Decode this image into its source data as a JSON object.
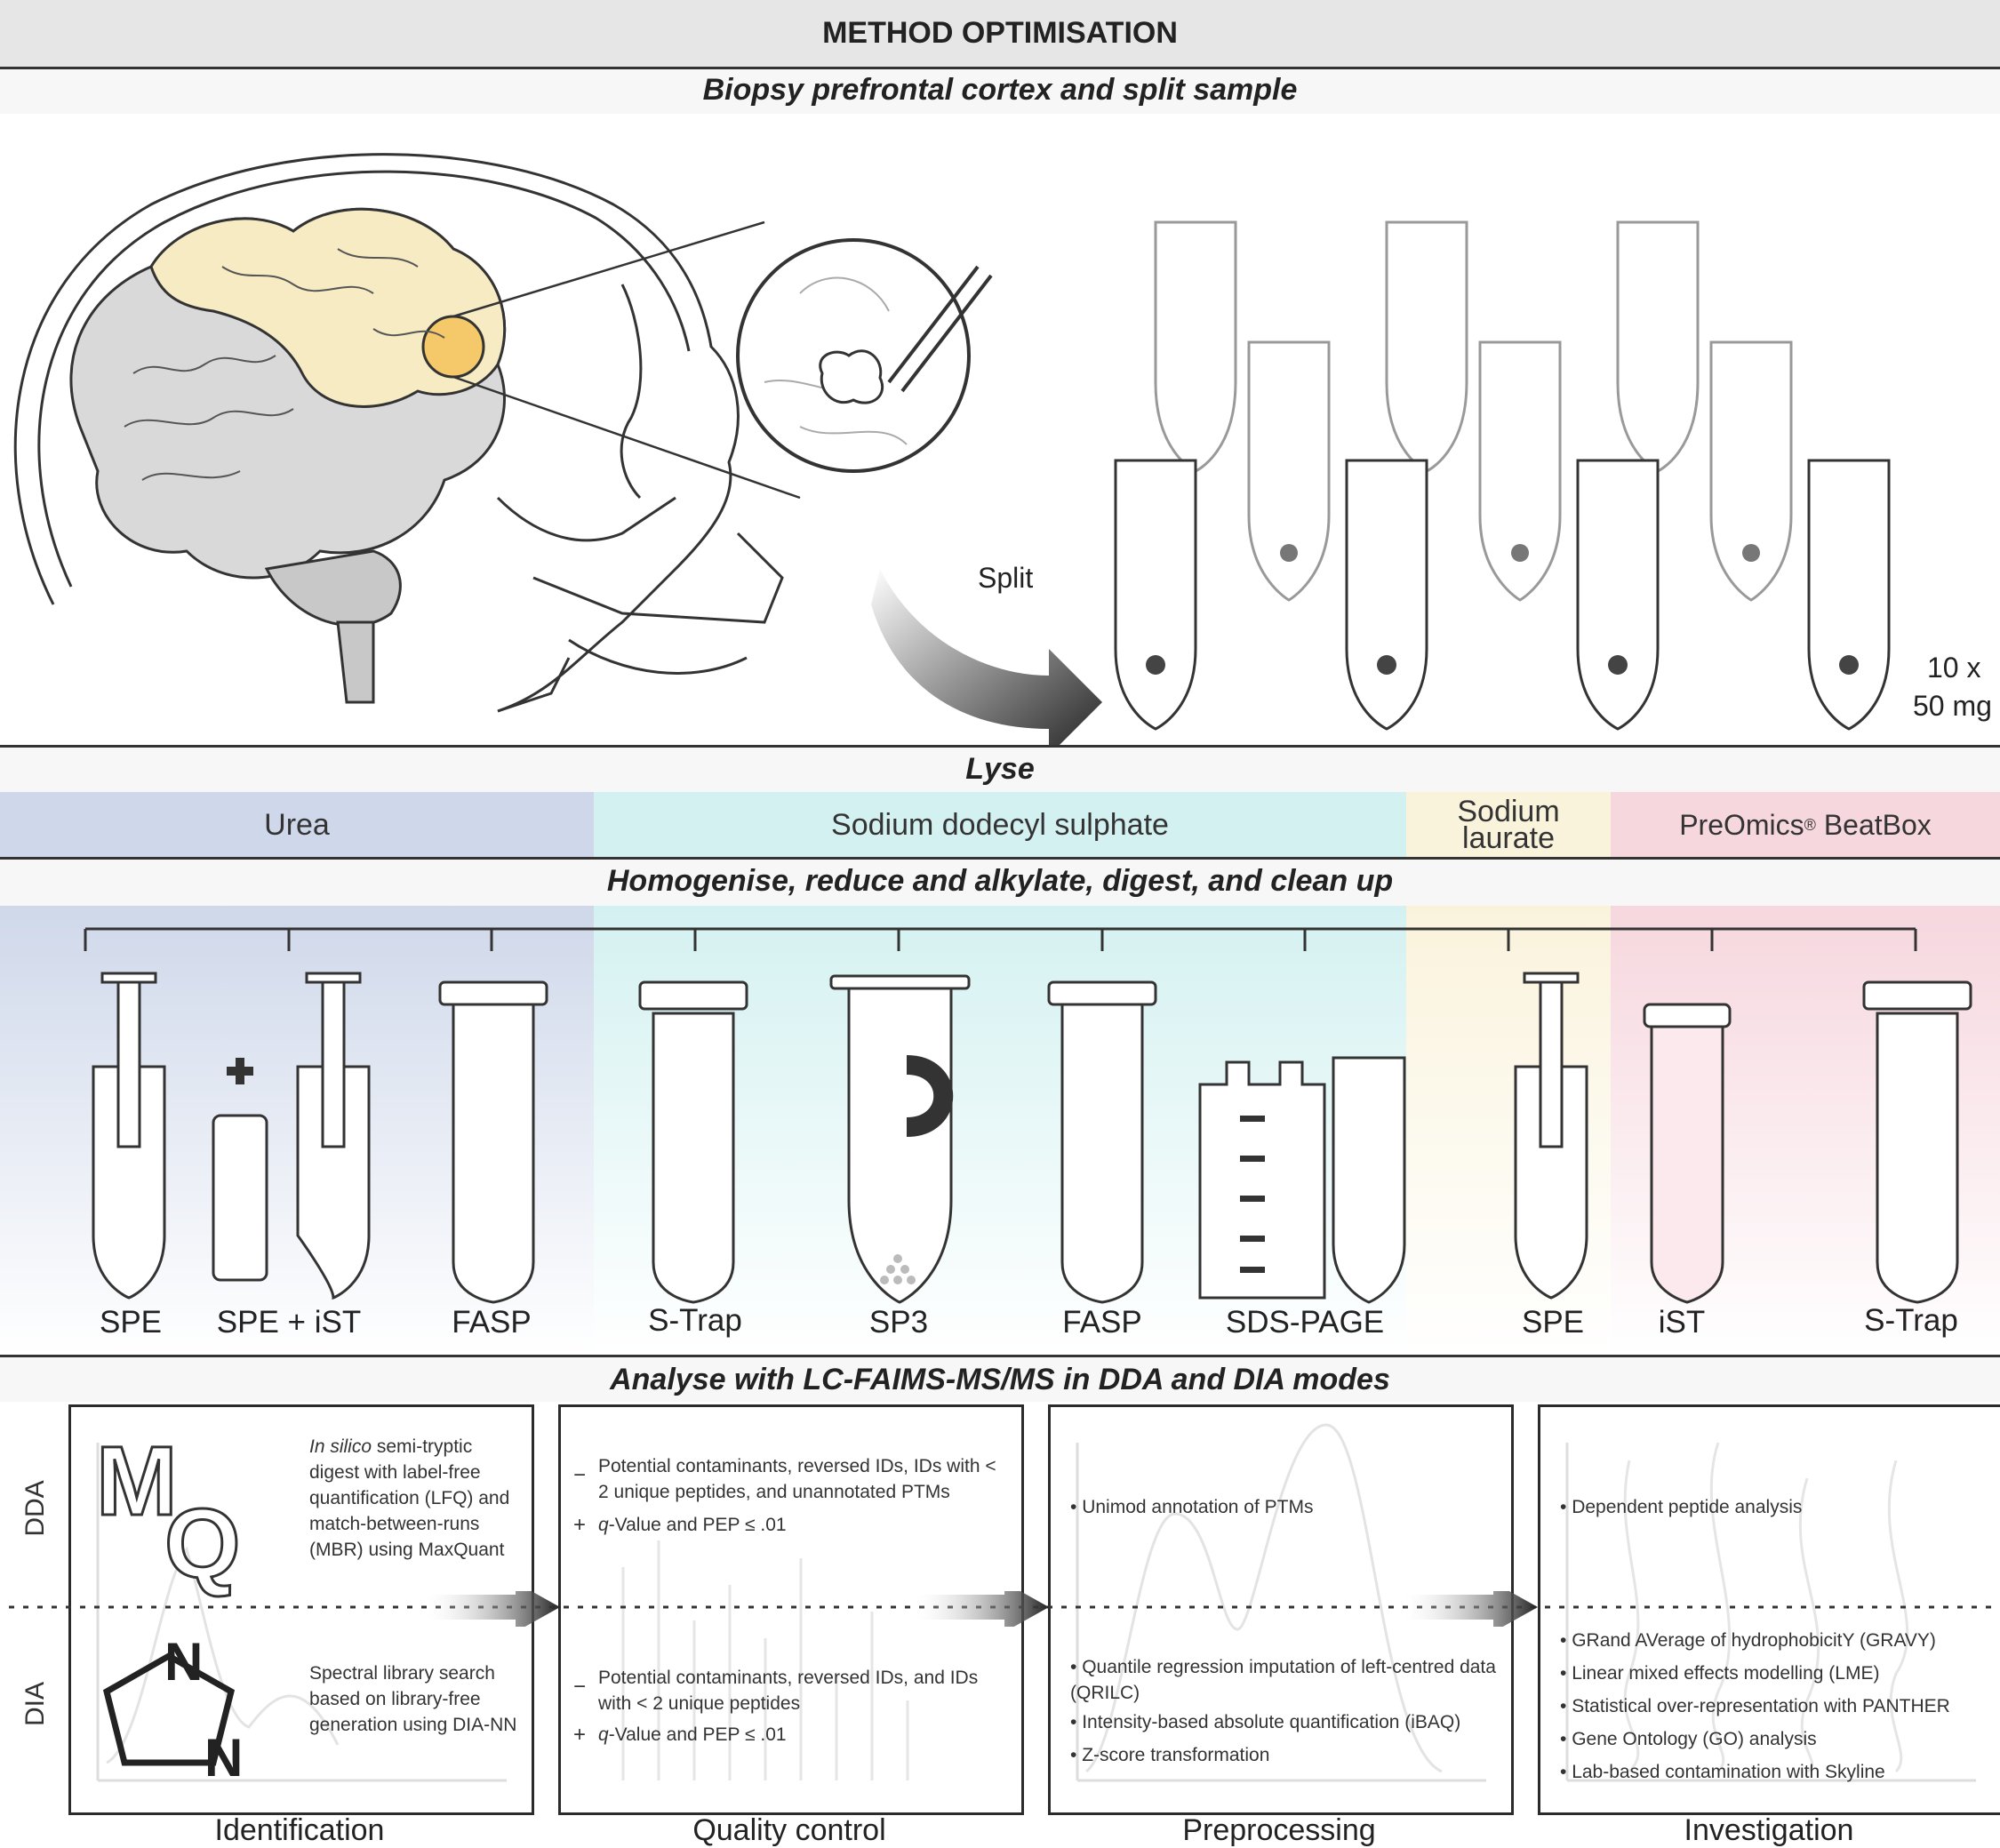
{
  "title": "METHOD OPTIMISATION",
  "sections": {
    "biopsy": "Biopsy prefrontal cortex and split sample",
    "lyse": "Lyse",
    "homogenise": "Homogenise, reduce and alkylate, digest, and clean up",
    "analyse": "Analyse with LC-FAIMS-MS/MS in DDA and DIA modes"
  },
  "biopsy_labels": {
    "split": "Split",
    "amount_line1": "10 x",
    "amount_line2": "50 mg"
  },
  "lysis_buffers": [
    {
      "label": "Urea",
      "color": "#cfd8ea"
    },
    {
      "label": "Sodium dodecyl sulphate",
      "color": "#d4f1f1"
    },
    {
      "label_line1": "Sodium",
      "label_line2": "laurate",
      "color": "#faf3dc"
    },
    {
      "label_main": "PreOmics",
      "label_sup": "®",
      "label_rest": " BeatBox",
      "color": "#f6d7de"
    }
  ],
  "methods": [
    "SPE",
    "SPE + iST",
    "FASP",
    "S-Trap",
    "SP3",
    "FASP",
    "SDS-PAGE",
    "SPE",
    "iST",
    "S-Trap"
  ],
  "modes": {
    "dda": "DDA",
    "dia": "DIA"
  },
  "panels": {
    "identification": {
      "label": "Identification",
      "mq_m": "M",
      "mq_q": "Q",
      "nn_top": "N",
      "nn_bottom": "N",
      "dda_italic": "In silico",
      "dda_rest": " semi-tryptic digest with label-free quantification (LFQ) and match-between-runs (MBR) using MaxQuant",
      "dia_text": "Spectral library search based on library-free generation using DIA-NN"
    },
    "quality_control": {
      "label": "Quality control",
      "minus_sign": "−",
      "plus_sign": "+",
      "q_italic": "q",
      "dda_minus": "Potential contaminants, reversed IDs, IDs with < 2 unique peptides, and unannotated PTMs",
      "dda_plus": "-Value and PEP ≤ .01",
      "dia_minus": "Potential contaminants, reversed IDs, and IDs with < 2 unique peptides",
      "dia_plus": "-Value and PEP ≤ .01"
    },
    "preprocessing": {
      "label": "Preprocessing",
      "dda_items": [
        "Unimod annotation of PTMs"
      ],
      "dia_items": [
        "Quantile regression imputation of left-centred data (QRILC)",
        "Intensity-based absolute quantification (iBAQ)",
        "Z-score transformation"
      ]
    },
    "investigation": {
      "label": "Investigation",
      "dda_items": [
        "Dependent peptide analysis"
      ],
      "dia_items": [
        "GRand AVerage of hydrophobicitY (GRAVY)",
        "Linear mixed effects modelling (LME)",
        "Statistical over-representation with PANTHER",
        "Gene Ontology (GO) analysis",
        "Lab-based contamination with Skyline"
      ]
    }
  },
  "colors": {
    "urea": "#cfd8ea",
    "sds": "#d4f1f1",
    "laurate": "#faf3dc",
    "beatbox": "#f6d7de",
    "highlight": "#f5c86a",
    "frontal": "#f7ebc4",
    "brain": "#d9d9d9"
  }
}
